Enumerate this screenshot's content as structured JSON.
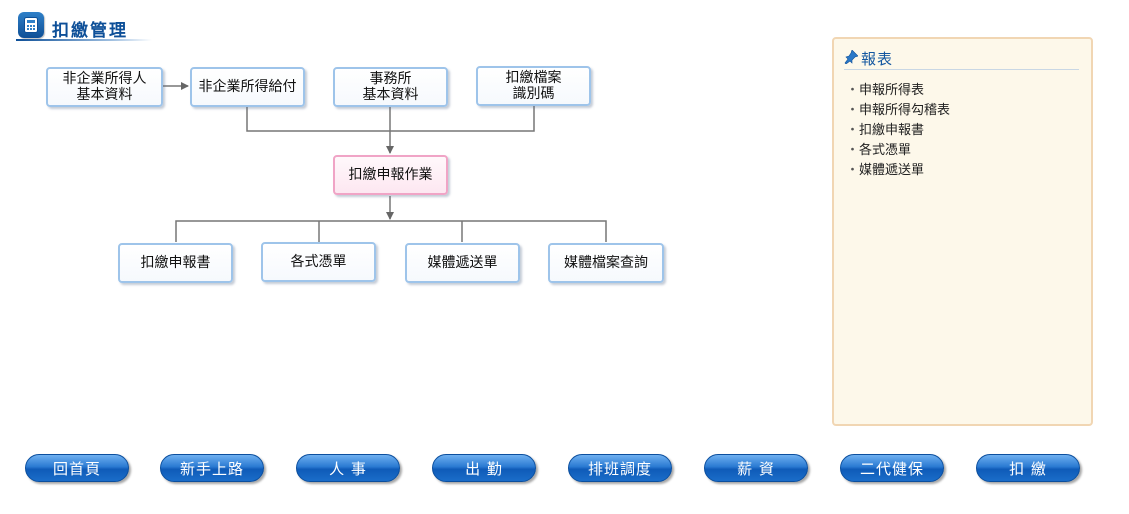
{
  "section": {
    "title": "扣繳管理"
  },
  "flow": {
    "top": [
      {
        "label": "非企業所得人\n基本資料"
      },
      {
        "label": "非企業所得給付"
      },
      {
        "label": "事務所\n基本資料"
      },
      {
        "label": "扣繳檔案\n識別碼"
      }
    ],
    "center": {
      "label": "扣繳申報作業"
    },
    "bottom": [
      {
        "label": "扣繳申報書"
      },
      {
        "label": "各式憑單"
      },
      {
        "label": "媒體遞送單"
      },
      {
        "label": "媒體檔案查詢"
      }
    ]
  },
  "report": {
    "title": "報表",
    "bullet": "・",
    "items": [
      "申報所得表",
      "申報所得勾稽表",
      "扣繳申報書",
      "各式憑單",
      "媒體遞送單"
    ]
  },
  "nav": [
    "回首頁",
    "新手上路",
    "人 事",
    "出 勤",
    "排班調度",
    "薪 資",
    "二代健保",
    "扣 繳"
  ],
  "colors": {
    "accent": "#0d4f98",
    "box_border": "#9ec4ea",
    "center_box_border": "#f0a4c6",
    "panel_background": "#fdf8ea",
    "nav_button": "#1a6dc9"
  }
}
